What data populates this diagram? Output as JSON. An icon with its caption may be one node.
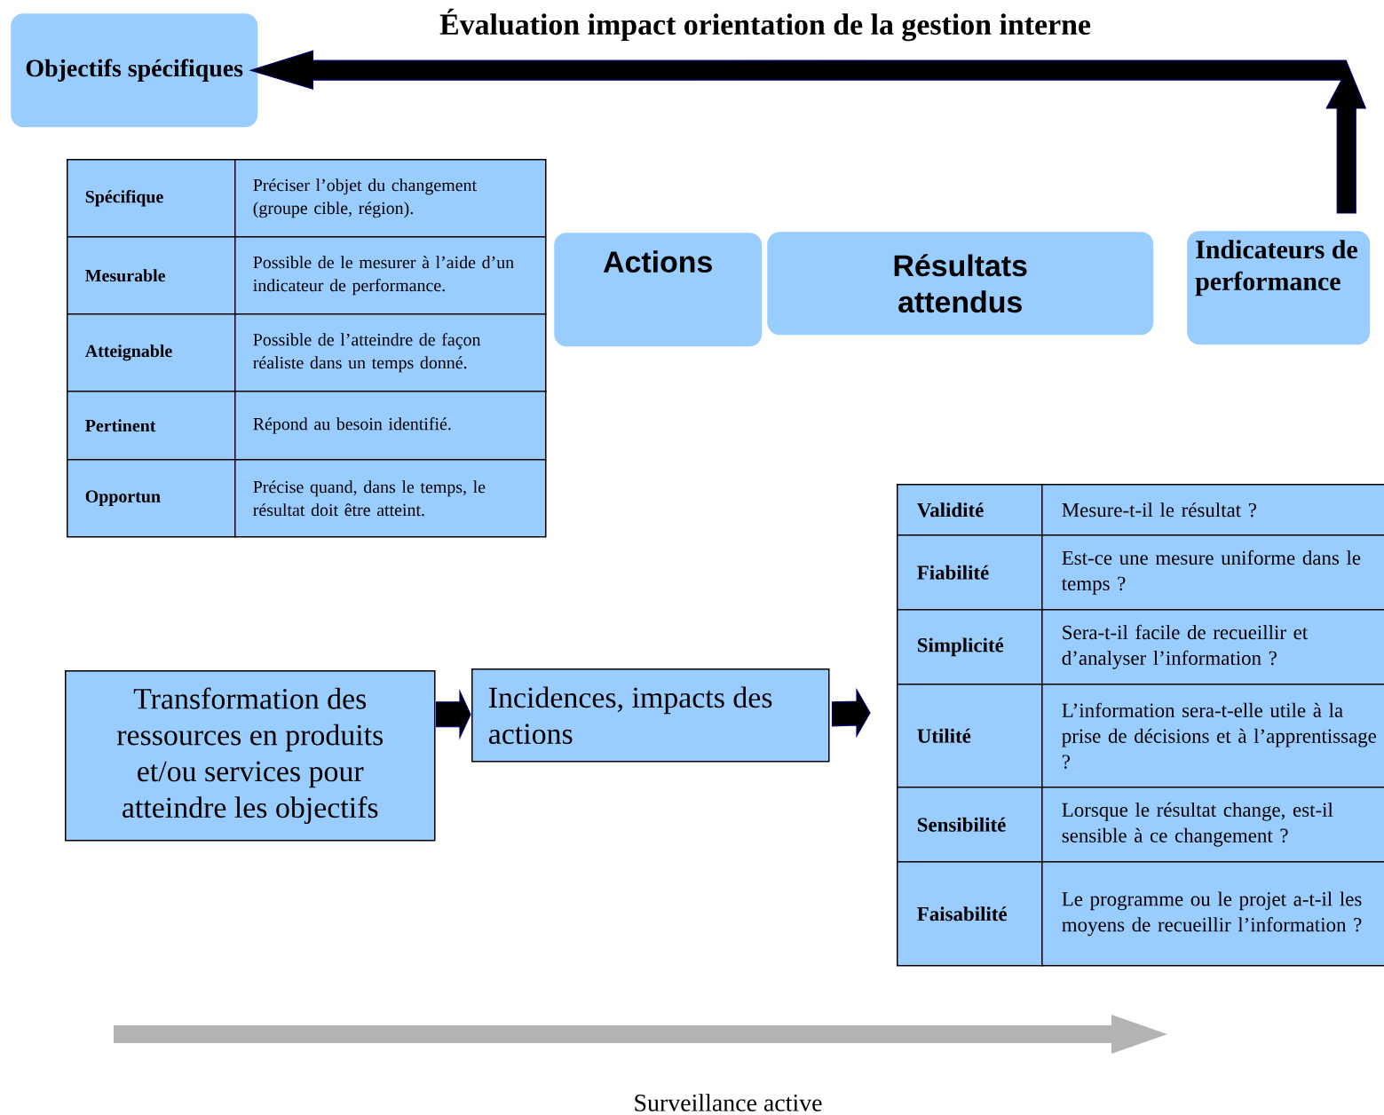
{
  "diagram": {
    "title": "Évaluation impact orientation de la gestion interne",
    "nodes": [
      {
        "text": [
          "Objectifs spécifiques"
        ]
      },
      {
        "text": [
          "Actions"
        ]
      },
      {
        "text": [
          "Résultats attendus"
        ]
      },
      {
        "text": [
          "Indicateurs de performance"
        ]
      },
      {
        "text": [
          "Transformation des ressources en produits et/ou services pour atteindre les objectifs"
        ]
      },
      {
        "text": [
          "Incidences, impacts des actions"
        ]
      }
    ],
    "edges": [
      {
        "from": 3,
        "to": 0,
        "arrow": "to"
      },
      {
        "from": 4,
        "to": 5,
        "arrow": "to"
      },
      {
        "from": 5,
        "to": null,
        "arrow": "to"
      }
    ],
    "labels": [
      "Spécifique",
      "Préciser l’objet du changement (groupe cible, région).",
      "Mesurable",
      "Possible de le mesurer à l’aide d’un indicateur de performance.",
      "Atteignable",
      "Possible de l’atteindre de façon réaliste dans un temps donné.",
      "Pertinent",
      "Répond au besoin identifié.",
      "Opportun",
      "Précise quand, dans le temps, le résultat doit être atteint.",
      "Validité",
      "Mesure-t-il le résultat ?",
      "Fiabilité",
      "Est-ce une mesure uniforme dans le temps ?",
      "Simplicité",
      "Sera-t-il facile de recueillir et d’analyser l’information ?",
      "Utilité",
      "L’information sera-t-elle utile à la prise de décisions et à l’apprentissage ?",
      "Sensibilité",
      "Lorsque le résultat change, est-il sensible à ce changement ?",
      "Faisabilité",
      "Le programme ou le projet a-t-il les moyens de recueillir l’information ?",
      "Surveillance active"
    ]
  }
}
